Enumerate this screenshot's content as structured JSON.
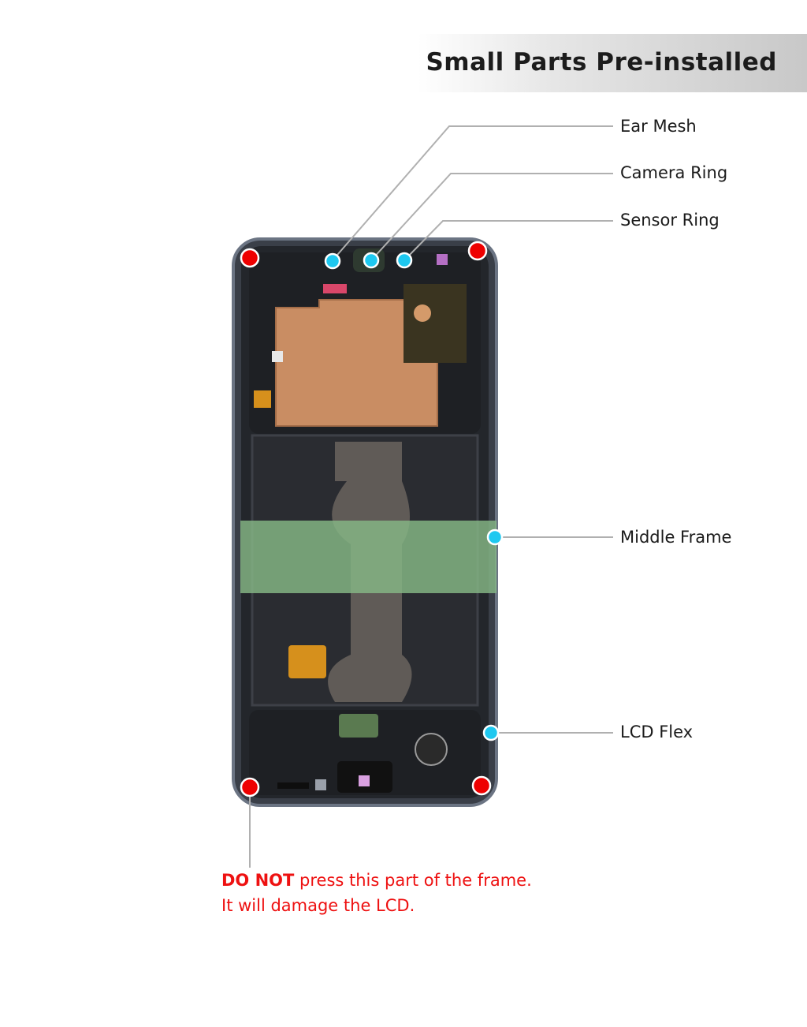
{
  "header": {
    "title": "Small Parts Pre-installed"
  },
  "callouts": [
    {
      "label": "Ear Mesh"
    },
    {
      "label": "Camera Ring"
    },
    {
      "label": "Sensor Ring"
    },
    {
      "label": "Middle Frame"
    },
    {
      "label": "LCD Flex"
    }
  ],
  "warning": {
    "emphasis": "DO NOT",
    "line1_rest": " press this part of the frame.",
    "line2": "It will damage the LCD."
  },
  "colors": {
    "callout_dot": "#1ec8f0",
    "warning_dot": "#ee0000",
    "warning_text": "#ee1111",
    "leader_line": "#b0b0b0"
  }
}
